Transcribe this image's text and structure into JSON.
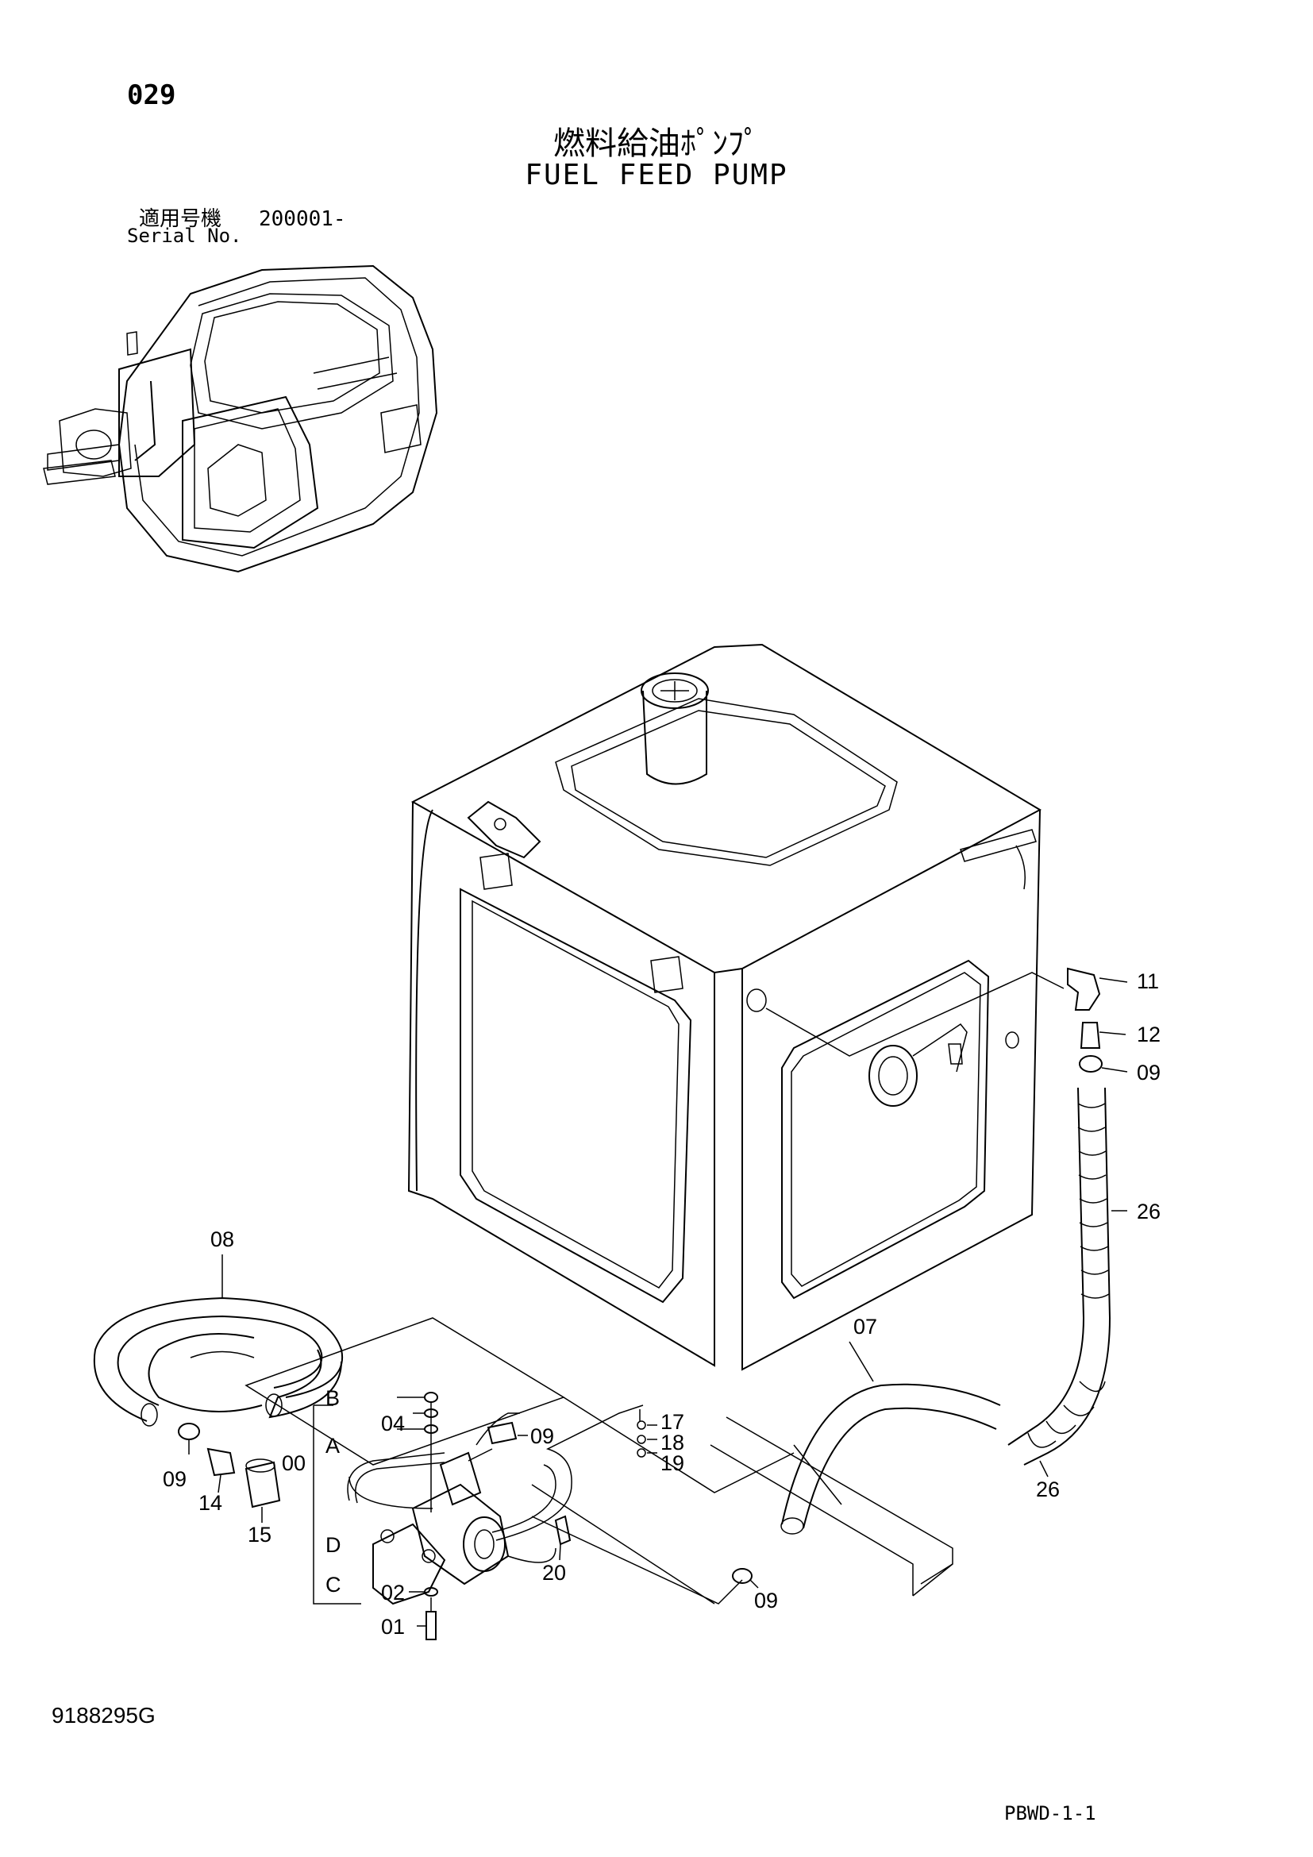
{
  "header": {
    "page_number": "029",
    "title_jp": "燃料給油ﾎﾟﾝﾌﾟ",
    "title_en": "FUEL FEED PUMP",
    "serial_label_jp": "適用号機",
    "serial_value": "200001-",
    "serial_label_en": "Serial No."
  },
  "footer": {
    "document_code": "9188295G",
    "sheet_code": "PBWD-1-1"
  },
  "callouts": {
    "p01": "01",
    "p02": "02",
    "p04": "04",
    "p07": "07",
    "p08": "08",
    "p09_a": "09",
    "p09_b": "09",
    "p09_c": "09",
    "p09_d": "09",
    "p11": "11",
    "p12": "12",
    "p14": "14",
    "p15": "15",
    "p17": "17",
    "p18": "18",
    "p19": "19",
    "p20": "20",
    "p26_a": "26",
    "p26_b": "26",
    "p00": "00",
    "A": "A",
    "B": "B",
    "C": "C",
    "D": "D"
  }
}
